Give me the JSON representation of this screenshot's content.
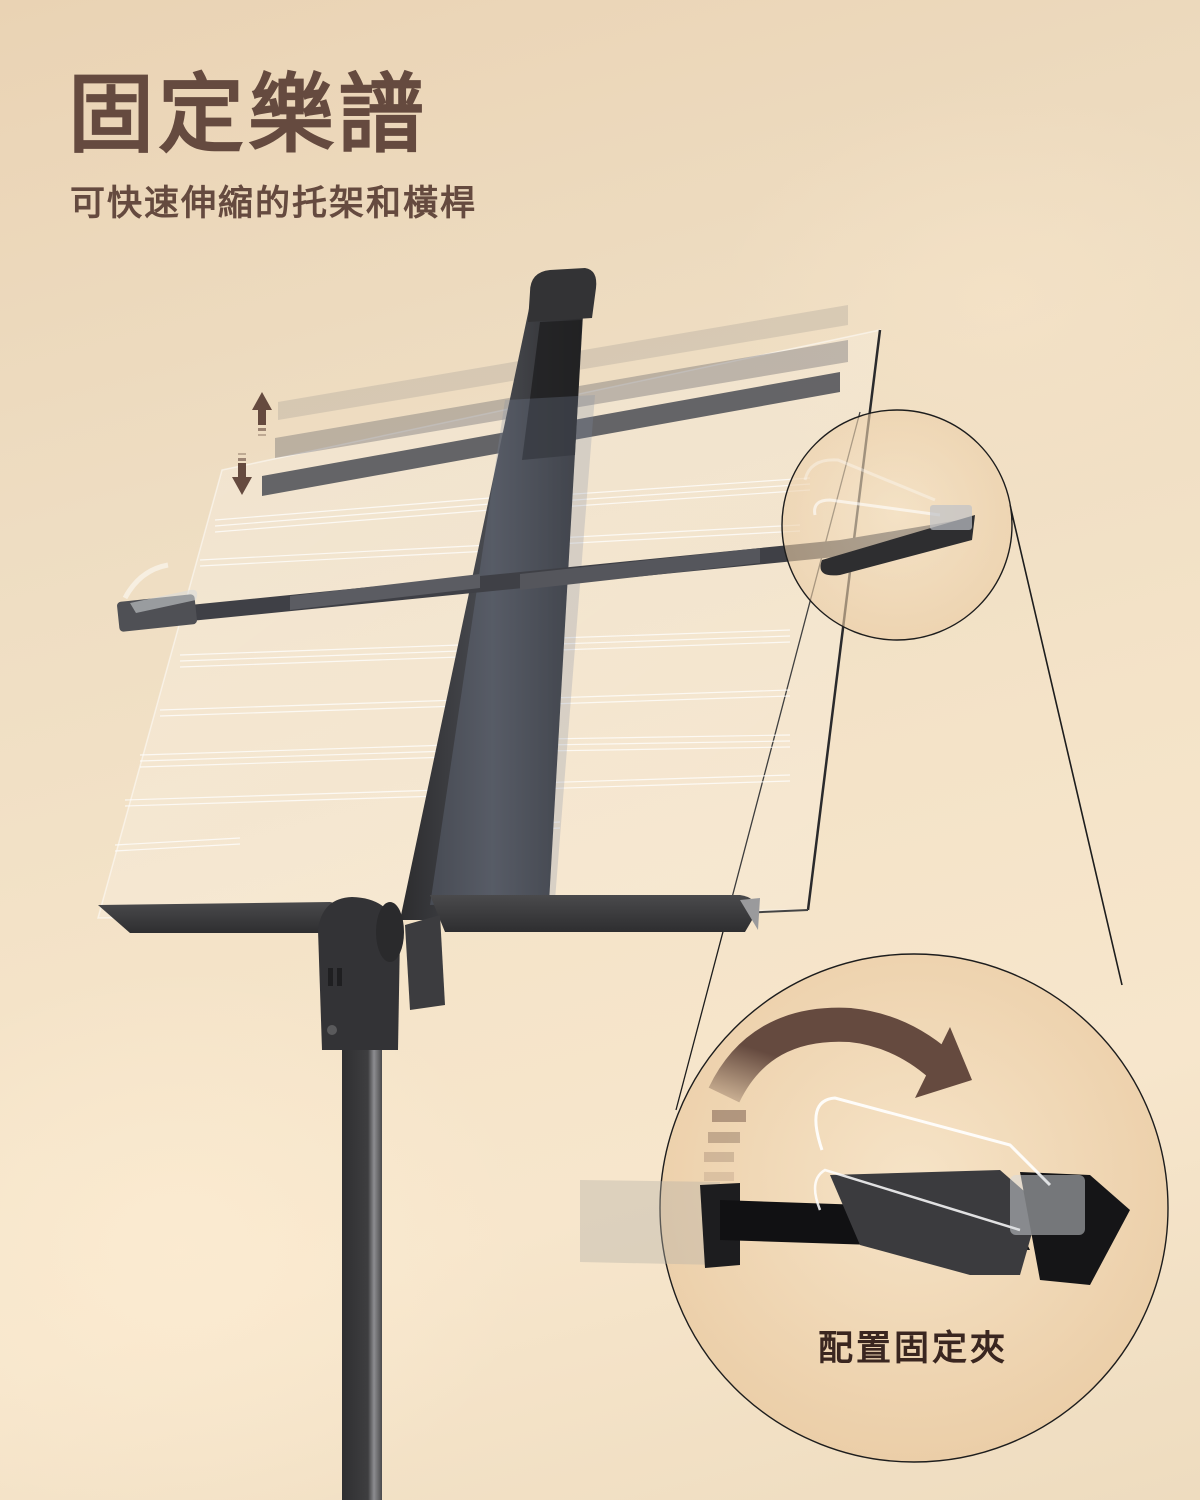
{
  "header": {
    "title": "固定樂譜",
    "subtitle": "可快速伸縮的托架和橫桿"
  },
  "detail_callout": {
    "caption": "配置固定夾",
    "icon": "rotate-arrow-icon"
  },
  "illustration": {
    "subject": "music-stand",
    "icons": [
      "up-down-arrow-icon",
      "rotate-arrow-icon",
      "clip-icon"
    ]
  },
  "colors": {
    "text_primary": "#654a3f",
    "caption_text": "#3a2620",
    "arrow": "#654a3f",
    "stand": "#3b3b3d",
    "background": "#f1e0c6"
  }
}
